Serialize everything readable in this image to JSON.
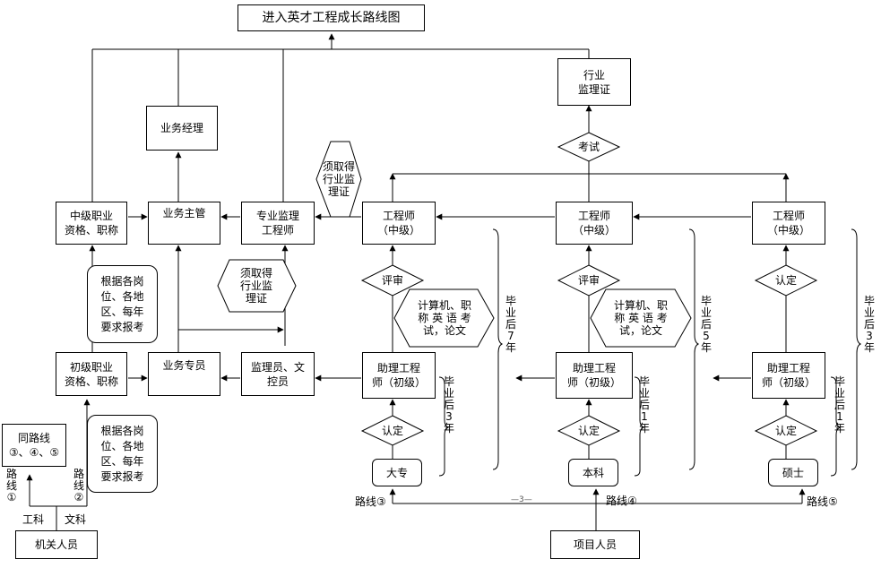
{
  "nodes": {
    "top": "进入英才工程成长路线图",
    "industry_cert": "行业\n监理证",
    "business_manager": "业务经理",
    "mid_title": "中级职业\n资格、职称",
    "business_director": "业务主管",
    "pro_supervisor": "专业监理\n工程师",
    "eng_mid_1": "工程师\n（中级）",
    "eng_mid_2": "工程师\n（中级）",
    "eng_mid_3": "工程师\n（中级）",
    "junior_title": "初级职业\n资格、职称",
    "business_specialist": "业务专员",
    "supervisor_clerk": "监理员、文\n控员",
    "asst_1": "助理工程\n师（初级）",
    "asst_2": "助理工程\n师（初级）",
    "asst_3": "助理工程\n师（初级）",
    "same_route": "同路线\n③、④、⑤",
    "agency_staff": "机关人员",
    "college": "大专",
    "bachelor": "本科",
    "master": "硕士",
    "project_staff": "项目人员"
  },
  "notes": {
    "exam_note_1": "根据各岗\n位、各地\n区、每年\n要求报考",
    "exam_note_2": "根据各岗\n位、各地\n区、每年\n要求报考"
  },
  "diamonds": {
    "exam": "考试",
    "review_1": "评审",
    "review_2": "评审",
    "recognize_top": "认定",
    "recognize_1": "认定",
    "recognize_2": "认定",
    "recognize_3": "认定"
  },
  "hexagons": {
    "cert_req_top": "须取得\n行业监\n理证",
    "cert_req_mid": "须取得\n行业监\n理证",
    "exam_req_1": "计算机、职\n称 英 语 考\n试，论文",
    "exam_req_2": "计算机、职\n称 英 语 考\n试，论文"
  },
  "labels": {
    "grad7": "毕\n业\n后\n7\n年",
    "grad5": "毕\n业\n后\n5\n年",
    "grad3_top": "毕\n业\n后\n3\n年",
    "grad3": "毕\n业\n后\n3\n年",
    "grad1_a": "毕\n业\n后\n1\n年",
    "grad1_b": "毕\n业\n后\n1\n年",
    "route1": "路\n线\n①",
    "route2": "路\n线\n②",
    "engineering": "工科",
    "liberal_arts": "文科",
    "route3": "路线③",
    "route4": "路线④",
    "route5": "路线⑤",
    "page_num": "—3—"
  }
}
